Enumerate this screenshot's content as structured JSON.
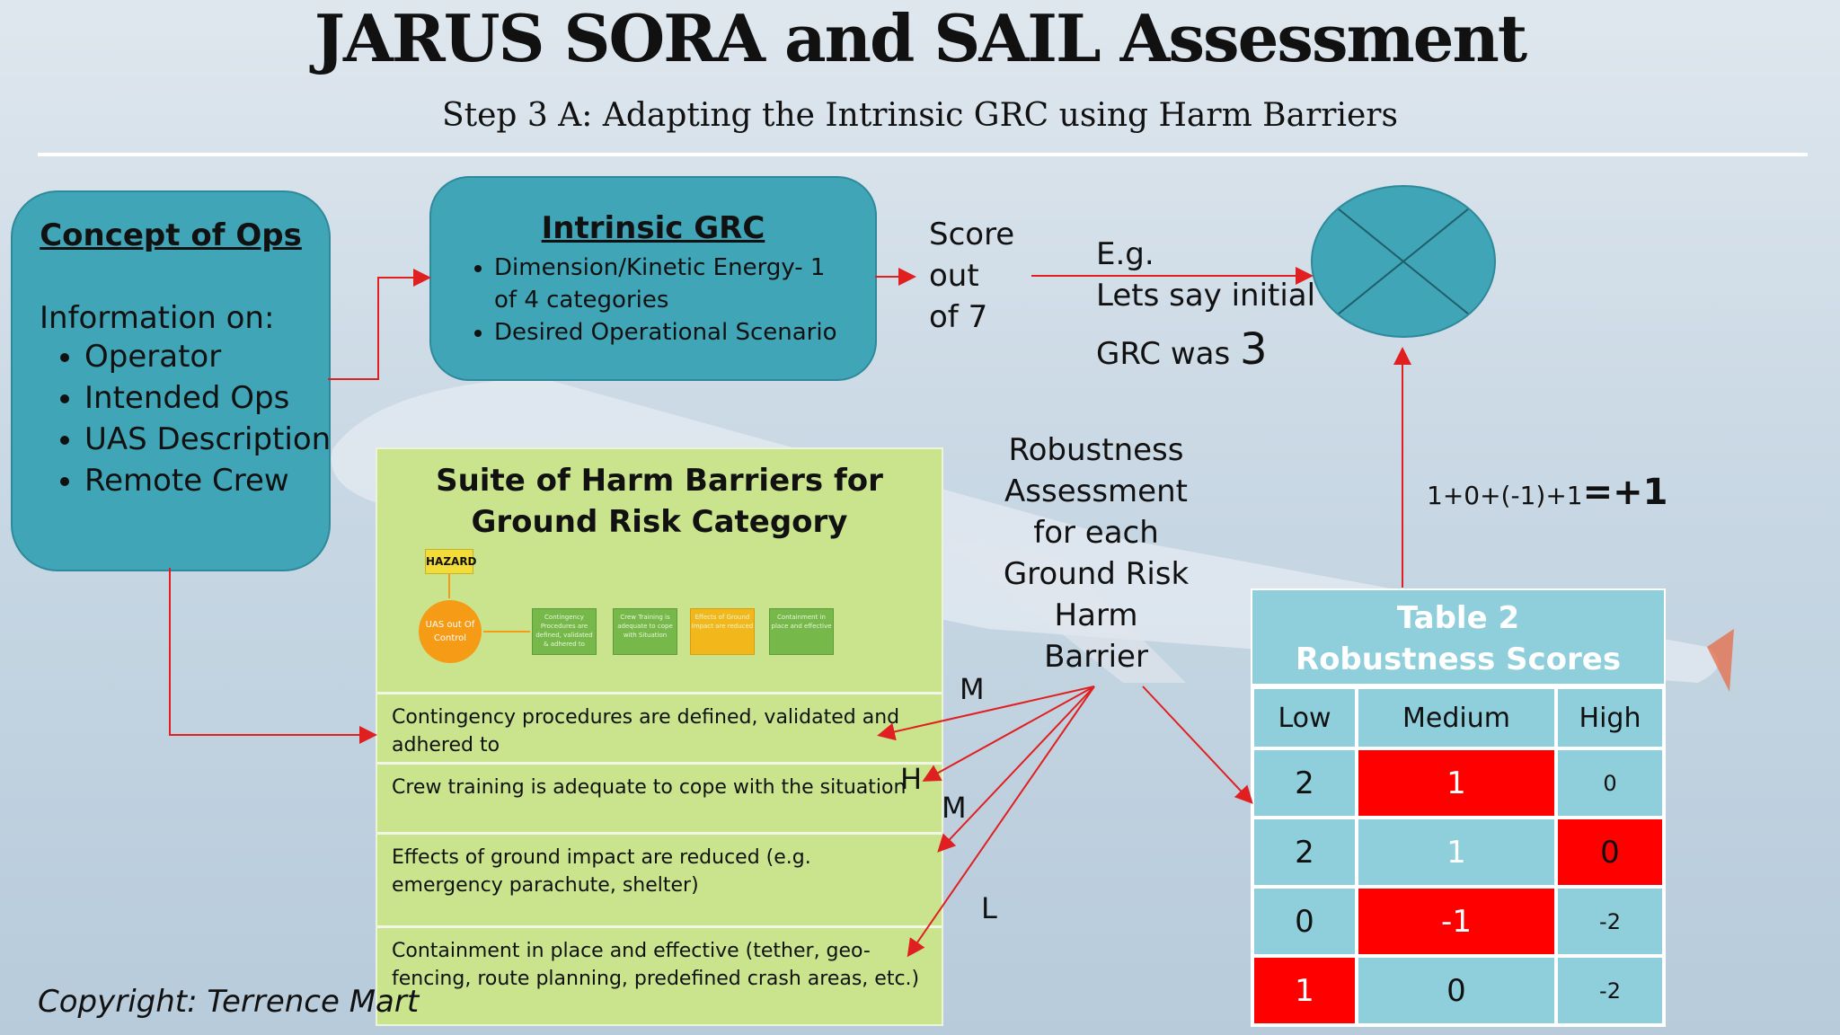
{
  "title": "JARUS SORA and SAIL Assessment",
  "subtitle": "Step 3 A: Adapting the Intrinsic GRC using Harm Barriers",
  "concept_of_ops": {
    "heading": "Concept of Ops",
    "info_label": "Information on:",
    "items": [
      "Operator",
      "Intended Ops",
      "UAS Description",
      "Remote Crew"
    ]
  },
  "intrinsic_grc": {
    "heading": "Intrinsic GRC",
    "items": [
      "Dimension/Kinetic Energy- 1 of 4 categories",
      "Desired Operational Scenario"
    ]
  },
  "score": {
    "line1": "Score",
    "line2": "out",
    "line3": "of 7"
  },
  "example": {
    "line1": "E.g.",
    "line2": "Lets say initial",
    "line3": "GRC was",
    "value": "3"
  },
  "formula": {
    "expr": "1+0+(-1)+1",
    "result": "=+1"
  },
  "robustness_label": [
    "Robustness",
    "Assessment",
    "for each",
    "Ground Risk",
    "Harm",
    "Barrier"
  ],
  "suite": {
    "heading": "Suite of Harm Barriers for Ground Risk Category",
    "hazard": "HAZARD",
    "uas_node": "UAS out Of Control",
    "mini_boxes": [
      "Contingency Procedures are defined, validated & adhered to",
      "Crew Training is adequate to cope with Situation",
      "Effects of Ground Impact are reduced",
      "Containment in place and effective"
    ],
    "rows": [
      "Contingency procedures are defined, validated and adhered to",
      "Crew training is adequate to cope with the situation",
      "Effects of ground impact are reduced (e.g. emergency parachute, shelter)",
      "Containment in place and effective (tether, geo-fencing, route planning, predefined crash areas, etc.)"
    ]
  },
  "ratings": [
    "M",
    "H",
    "M",
    "L"
  ],
  "table": {
    "title": "Table 2",
    "subtitle": "Robustness Scores",
    "headers": [
      "Low",
      "Medium",
      "High"
    ],
    "rows": [
      [
        "2",
        "1",
        "0"
      ],
      [
        "2",
        "1",
        "0"
      ],
      [
        "0",
        "-1",
        "-2"
      ],
      [
        "1",
        "0",
        "-2"
      ]
    ]
  },
  "colors": {
    "teal": "#3fa5b7",
    "green": "#c9e48c",
    "highlight": "#ff0000",
    "table_bg": "#8fcfdc",
    "arrow": "#e02020"
  },
  "copyright": "Copyright: Terrence Mart"
}
